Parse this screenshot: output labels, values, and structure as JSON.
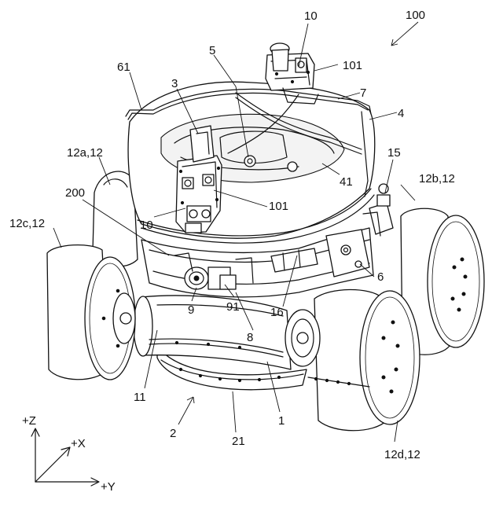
{
  "figure": {
    "labels": {
      "l100": "100",
      "l10_top": "10",
      "l101_top": "101",
      "l61": "61",
      "l5": "5",
      "l3": "3",
      "l7": "7",
      "l4": "4",
      "l12a": "12a,12",
      "l15": "15",
      "l12b": "12b,12",
      "l200": "200",
      "l41": "41",
      "l101_mid": "101",
      "l12c": "12c,12",
      "l10_mid": "10",
      "l6": "6",
      "l9": "9",
      "l91": "91",
      "l16": "16",
      "l8": "8",
      "l11": "11",
      "l1": "1",
      "l2": "2",
      "l21": "21",
      "l12d": "12d,12"
    },
    "axes": {
      "z": "+Z",
      "x": "+X",
      "y": "+Y"
    }
  }
}
